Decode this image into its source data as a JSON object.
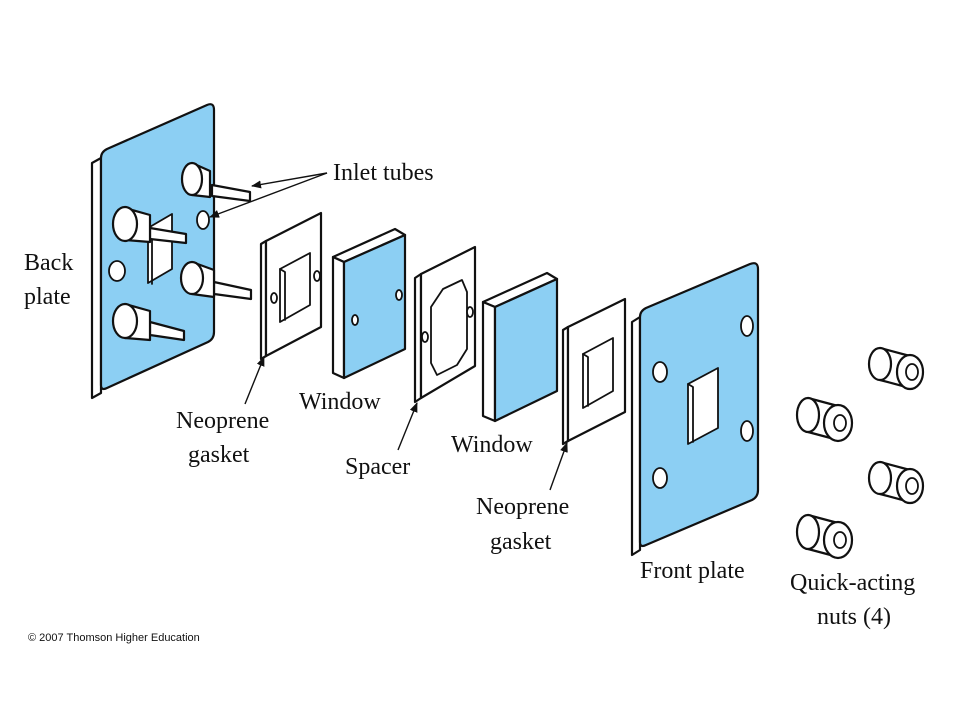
{
  "labels": {
    "inlet_tubes": "Inlet tubes",
    "back_plate_line1": "Back",
    "back_plate_line2": "plate",
    "neoprene_gasket_1_line1": "Neoprene",
    "neoprene_gasket_1_line2": "gasket",
    "window_1": "Window",
    "spacer": "Spacer",
    "window_2": "Window",
    "neoprene_gasket_2_line1": "Neoprene",
    "neoprene_gasket_2_line2": "gasket",
    "front_plate": "Front plate",
    "quick_acting_nuts_line1": "Quick-acting",
    "quick_acting_nuts_line2": "nuts (4)"
  },
  "copyright": "© 2007 Thomson Higher Education",
  "colors": {
    "plate_fill": "#8ccff3",
    "outline": "#111111",
    "background": "#ffffff"
  }
}
